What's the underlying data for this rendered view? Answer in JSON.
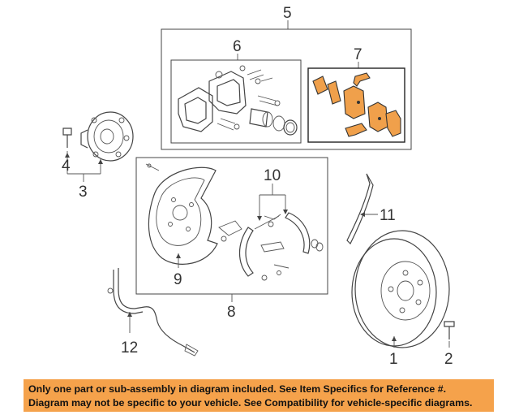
{
  "callouts": {
    "c1": "1",
    "c2": "2",
    "c3": "3",
    "c4": "4",
    "c5": "5",
    "c6": "6",
    "c7": "7",
    "c8": "8",
    "c9": "9",
    "c10": "10",
    "c11": "11",
    "c12": "12"
  },
  "disclaimer": {
    "line1": "Only one part or sub-assembly in diagram included. See Item Specifics for Reference #.",
    "line2": "Diagram may not be specific to your vehicle. See Compatibility for vehicle-specific diagrams."
  },
  "colors": {
    "highlight": "#f0a04b",
    "banner": "#f5a24b"
  }
}
